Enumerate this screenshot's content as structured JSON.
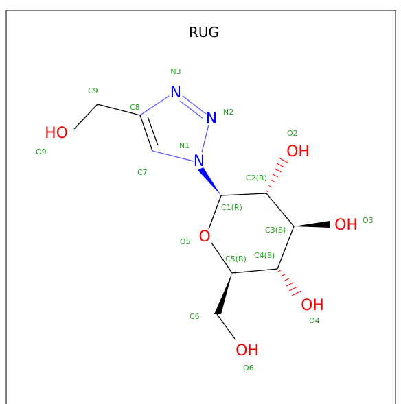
{
  "title": "RUG",
  "colors": {
    "bond": "#000000",
    "nitrogen": "#0000ff",
    "oxygen": "#ff0000",
    "atom_label": "#22a022",
    "frame": "#000000"
  },
  "heteroatoms": {
    "n3": "N",
    "n2": "N",
    "n1": "N",
    "ho9": "HO",
    "oh2": "OH",
    "oh3": "OH",
    "o5": "O",
    "oh4": "OH",
    "oh6": "OH"
  },
  "atom_labels": {
    "n3": "N3",
    "n2": "N2",
    "n1": "N1",
    "c8": "C8",
    "c9": "C9",
    "o9": "O9",
    "c7": "C7",
    "o2": "O2",
    "c2": "C2(R)",
    "c1": "C1(R)",
    "o3": "O3",
    "c3": "C3(S)",
    "o5": "O5",
    "c5": "C5(R)",
    "c4": "C4(S)",
    "c6": "C6",
    "o4": "O4",
    "o6": "O6"
  }
}
